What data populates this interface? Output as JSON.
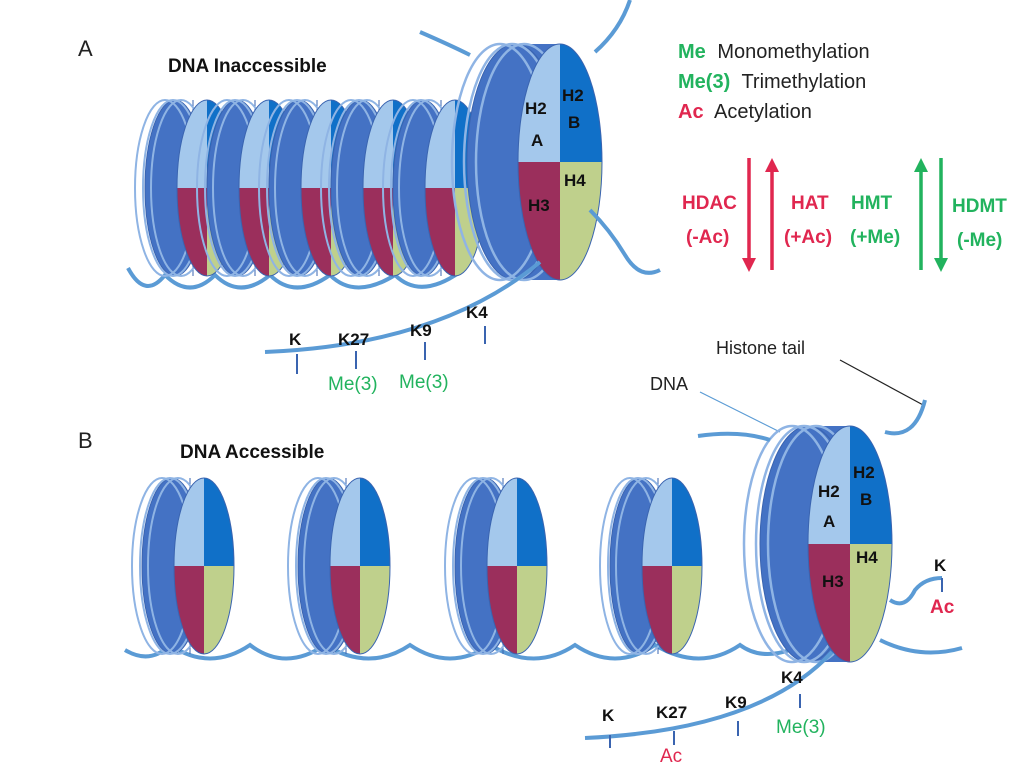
{
  "colors": {
    "dna": "#5b9bd5",
    "disk_side": "#4472c4",
    "h2a": "#a4c8ec",
    "h2b": "#1070c8",
    "h3": "#9b2f5c",
    "h4": "#bfd08c",
    "methyl_green": "#22b35e",
    "acetyl_red": "#e0274f"
  },
  "panels": {
    "a": {
      "letter": "A",
      "title": "DNA Inaccessible",
      "histones": {
        "h2a_1": "H2",
        "h2a_2": "A",
        "h2b_1": "H2",
        "h2b_2": "B",
        "h3": "H3",
        "h4": "H4"
      },
      "tail_sites": [
        {
          "site": "K",
          "mark": ""
        },
        {
          "site": "K27",
          "mark": "Me(3)"
        },
        {
          "site": "K9",
          "mark": "Me(3)"
        },
        {
          "site": "K4",
          "mark": ""
        }
      ]
    },
    "b": {
      "letter": "B",
      "title": "DNA Accessible",
      "histones": {
        "h2a_1": "H2",
        "h2a_2": "A",
        "h2b_1": "H2",
        "h2b_2": "B",
        "h3": "H3",
        "h4": "H4"
      },
      "tail_sites": [
        {
          "site": "K",
          "mark": ""
        },
        {
          "site": "K27",
          "mark": "Ac"
        },
        {
          "site": "K9",
          "mark": ""
        },
        {
          "site": "K4",
          "mark": "Me(3)"
        }
      ],
      "side_tail": {
        "site": "K",
        "mark": "Ac"
      }
    }
  },
  "legend": [
    {
      "abbr": "Me",
      "text": "Monomethylation",
      "color": "green"
    },
    {
      "abbr": "Me(3)",
      "text": "Trimethylation",
      "color": "green"
    },
    {
      "abbr": "Ac",
      "text": "Acetylation",
      "color": "red"
    }
  ],
  "enzymes": {
    "hdac": {
      "name": "HDAC",
      "effect": "(-Ac)"
    },
    "hat": {
      "name": "HAT",
      "effect": "(+Ac)"
    },
    "hmt": {
      "name": "HMT",
      "effect": "(+Me)"
    },
    "hdmt": {
      "name": "HDMT",
      "effect": "(-Me)"
    }
  },
  "annotations": {
    "histone_tail": "Histone tail",
    "dna": "DNA"
  }
}
